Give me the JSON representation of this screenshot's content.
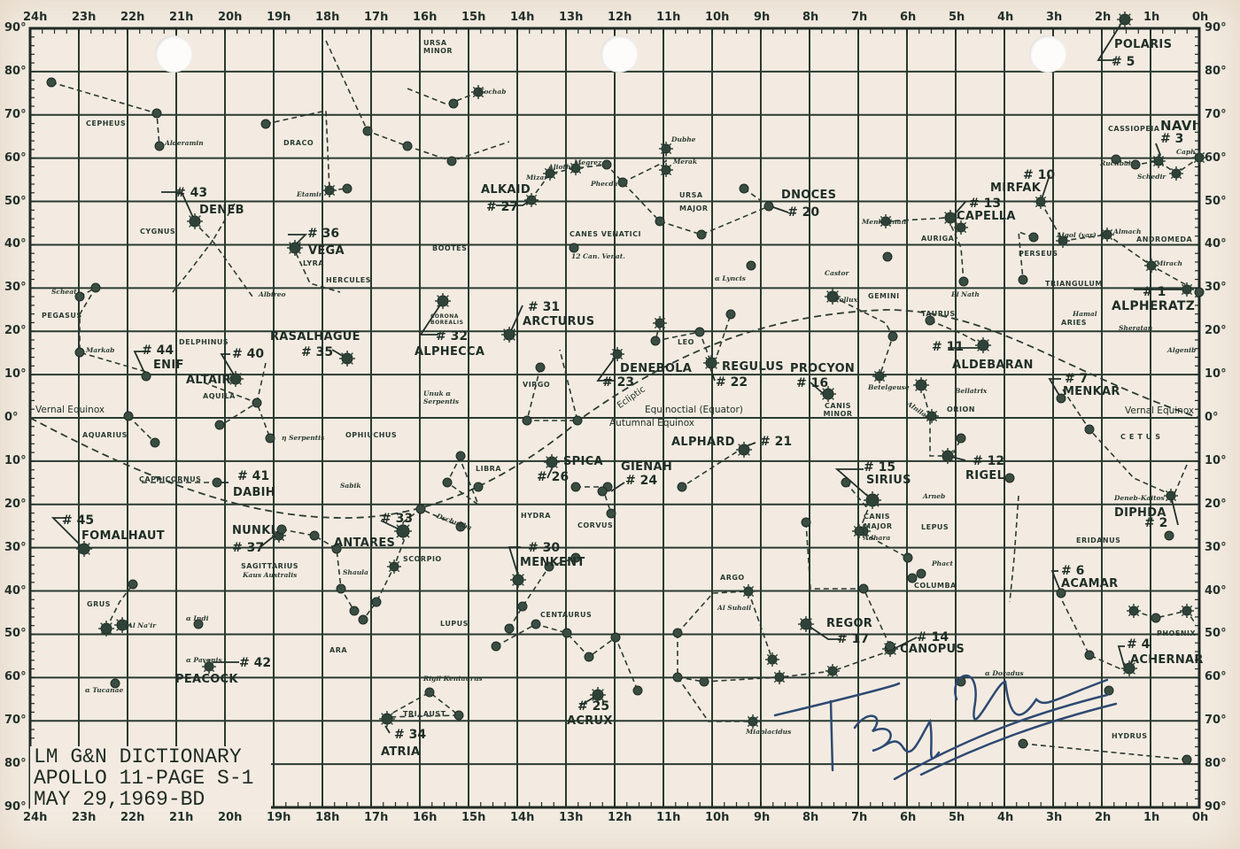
{
  "card": {
    "title_lines": [
      "LM G&N DICTIONARY",
      "APOLLO 11-PAGE S-1",
      "MAY 29,1969-BD"
    ],
    "signature": "Buzz Aldrin",
    "signature_color": "#2e4a72",
    "ink_color": "#22302a",
    "paper_color": "#f3ebe1"
  },
  "axes": {
    "ra_top": [
      "24h",
      "23h",
      "22h",
      "21h",
      "20h",
      "19h",
      "18h",
      "17h",
      "16h",
      "15h",
      "14h",
      "13h",
      "12h",
      "11h",
      "10h",
      "9h",
      "8h",
      "7h",
      "6h",
      "5h",
      "4h",
      "3h",
      "2h",
      "1h",
      "0h"
    ],
    "ra_bottom": [
      "24h",
      "23h",
      "22h",
      "21h",
      "20h",
      "19h",
      "18h",
      "17h",
      "16h",
      "15h",
      "14h",
      "13h",
      "12h",
      "11h",
      "10h",
      "9h",
      "8h",
      "7h",
      "6h",
      "5h",
      "4h",
      "3h",
      "2h",
      "1h",
      "0h"
    ],
    "dec_left": [
      "90°",
      "80°",
      "70°",
      "60°",
      "50°",
      "40°",
      "30°",
      "20°",
      "10°",
      "0°",
      "10°",
      "20°",
      "30°",
      "40°",
      "50°",
      "60°",
      "70°",
      "80°",
      "90°"
    ],
    "dec_right": [
      "90°",
      "80°",
      "70°",
      "60°",
      "50°",
      "40°",
      "30°",
      "20°",
      "10°",
      "0°",
      "10°",
      "20°",
      "30°",
      "40°",
      "50°",
      "60°",
      "70°",
      "80°",
      "90°"
    ]
  },
  "reference_labels": {
    "vernal_equinox_left": "Vernal Equinox",
    "vernal_equinox_right": "Vernal Equinox",
    "autumnal_equinox": "Autumnal Equinox",
    "equator": "Equinoctial (Equator)",
    "ecliptic": "Ecliptic"
  },
  "navigation_stars": [
    {
      "num": "# 5",
      "name": "POLARIS"
    },
    {
      "num": "# 3",
      "name": "NAVI"
    },
    {
      "num": "# 43",
      "name": "DENEB"
    },
    {
      "num": "# 36",
      "name": "VEGA"
    },
    {
      "num": "# 27",
      "name": "ALKAID"
    },
    {
      "num": "# 20",
      "name": "DNOCES"
    },
    {
      "num": "# 13",
      "name": "CAPELLA"
    },
    {
      "num": "# 10",
      "name": "MIRFAK"
    },
    {
      "num": "# 1",
      "name": "ALPHERATZ"
    },
    {
      "num": "# 31",
      "name": "ARCTURUS"
    },
    {
      "num": "# 32",
      "name": "ALPHECCA"
    },
    {
      "num": "# 35",
      "name": "RASALHAGUE"
    },
    {
      "num": "# 44",
      "name": "ENIF"
    },
    {
      "num": "# 40",
      "name": "ALTAIR"
    },
    {
      "num": "# 23",
      "name": "DENEBOLA"
    },
    {
      "num": "# 22",
      "name": "REGULUS"
    },
    {
      "num": "# 16",
      "name": "PROCYON"
    },
    {
      "num": "# 11",
      "name": "ALDEBARAN"
    },
    {
      "num": "# 7",
      "name": "MENKAR"
    },
    {
      "num": "# 21",
      "name": "ALPHARD"
    },
    {
      "num": "# 26",
      "name": "SPICA"
    },
    {
      "num": "# 24",
      "name": "GIENAH"
    },
    {
      "num": "# 15",
      "name": "SIRIUS"
    },
    {
      "num": "# 12",
      "name": "RIGEL"
    },
    {
      "num": "# 2",
      "name": "DIPHDA"
    },
    {
      "num": "# 41",
      "name": "DABIH"
    },
    {
      "num": "# 45",
      "name": "FOMALHAUT"
    },
    {
      "num": "# 37",
      "name": "NUNKI"
    },
    {
      "num": "# 33",
      "name": "ANTARES"
    },
    {
      "num": "# 30",
      "name": "MENKENT"
    },
    {
      "num": "# 6",
      "name": "ACAMAR"
    },
    {
      "num": "# 17",
      "name": "REGOR"
    },
    {
      "num": "# 14",
      "name": "CANOPUS"
    },
    {
      "num": "# 4",
      "name": "ACHERNAR"
    },
    {
      "num": "# 42",
      "name": "PEACOCK"
    },
    {
      "num": "# 25",
      "name": "ACRUX"
    },
    {
      "num": "# 34",
      "name": "ATRIA"
    }
  ],
  "constellations": [
    "URSA MINOR",
    "CEPHEUS",
    "DRACO",
    "CASSIOPEIA",
    "CYGNUS",
    "LYRA",
    "HERCULES",
    "BOOTES",
    "CORONA BOREALIS",
    "URSA MAJOR",
    "CANES VENATICI",
    "AURIGA",
    "ANDROMEDA",
    "PERSEUS",
    "TRIANGULUM",
    "PEGASUS",
    "DELPHINUS",
    "AQUILA",
    "GEMINI",
    "TAURUS",
    "ARIES",
    "LEO",
    "VIRGO",
    "OPHIUCHUS",
    "CANIS MINOR",
    "ORION",
    "AQUARIUS",
    "CETUS",
    "LIBRA",
    "HYDRA",
    "CORVUS",
    "CAPRICORNUS",
    "CANIS MAJOR",
    "LEPUS",
    "SAGITTARIUS",
    "SCORPIO",
    "ERIDANUS",
    "COLUMBA",
    "ARGO",
    "GRUS",
    "ARA",
    "LUPUS",
    "CENTAURUS",
    "PHOENIX",
    "TRI. AUST.",
    "HYDRUS"
  ],
  "minor_stars": [
    "Kochab",
    "Alderamin",
    "Etamin",
    "Dubhe",
    "Merak",
    "Mizar",
    "Alioth",
    "Megrez",
    "Phecda",
    "Caph",
    "Ruchbah",
    "Schedir",
    "Menkalinan",
    "Algol (var)",
    "Almach",
    "Mirach",
    "Castor",
    "Pollux",
    "El Nath",
    "Hamal",
    "Sheratan",
    "Algenib",
    "Scheat",
    "Markab",
    "Albireo",
    "Unuk α Serpentis",
    "η Serpentis",
    "Sabik",
    "Betelgeuse",
    "Bellatrix",
    "Alnilam",
    "Arneb",
    "Phact",
    "Adhara",
    "Deneb-Kaitos",
    "Al Suhail",
    "Miaplacidus",
    "Rigil Kentaurus",
    "Dschubba",
    "Shaula",
    "Kaus Australis",
    "Al Na'ir",
    "α Indi",
    "α Pavonis",
    "α Tucanae",
    "α Lyncis",
    "12 Can. Venat.",
    "α Doradus"
  ]
}
